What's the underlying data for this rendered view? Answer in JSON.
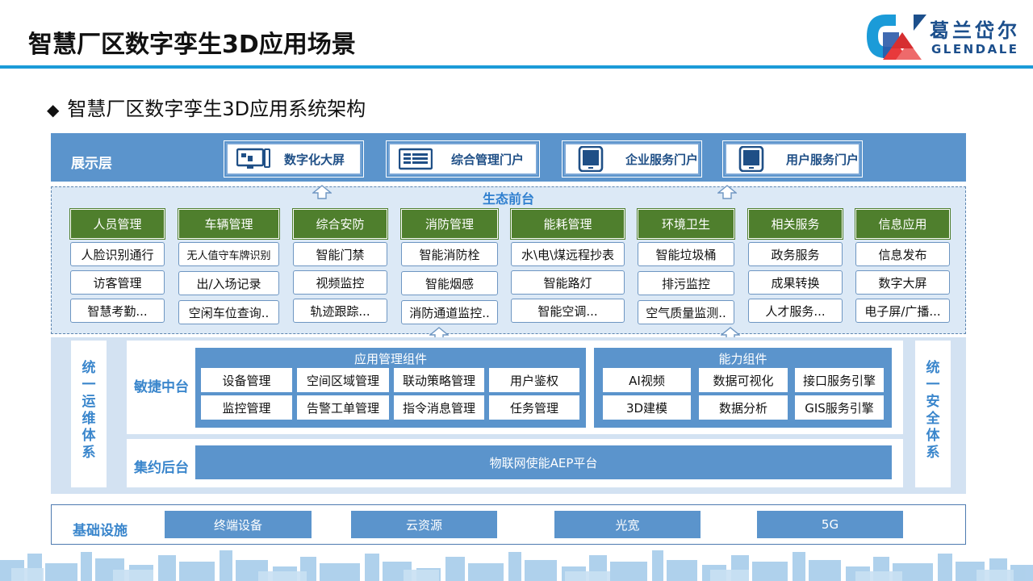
{
  "header": {
    "title": "智慧厂区数字孪生3D应用场景",
    "logo_cn": "葛兰岱尔",
    "logo_en": "GLENDALE"
  },
  "subtitle": {
    "bullet": "◆",
    "text": "智慧厂区数字孪生3D应用系统架构"
  },
  "presentation": {
    "label": "展示层",
    "items": [
      {
        "icon": "monitor-icon",
        "label": "数字化大屏"
      },
      {
        "icon": "list-window-icon",
        "label": "综合管理门户"
      },
      {
        "icon": "tablet-icon",
        "label": "企业服务门户"
      },
      {
        "icon": "tablet-icon",
        "label": "用户服务门户"
      }
    ]
  },
  "ecology": {
    "label": "生态前台",
    "columns": [
      {
        "head": "人员管理",
        "items": [
          "人脸识别通行",
          "访客管理",
          "智慧考勤..."
        ]
      },
      {
        "head": "车辆管理",
        "items": [
          "无人值守车牌识别",
          "出/入场记录",
          "空闲车位查询.."
        ]
      },
      {
        "head": "综合安防",
        "items": [
          "智能门禁",
          "视频监控",
          "轨迹跟踪..."
        ]
      },
      {
        "head": "消防管理",
        "items": [
          "智能消防栓",
          "智能烟感",
          "消防通道监控.."
        ]
      },
      {
        "head": "能耗管理",
        "items": [
          "水\\电\\煤远程抄表",
          "智能路灯",
          "智能空调..."
        ]
      },
      {
        "head": "环境卫生",
        "items": [
          "智能垃圾桶",
          "排污监控",
          "空气质量监测.."
        ]
      },
      {
        "head": "相关服务",
        "items": [
          "政务服务",
          "成果转换",
          "人才服务..."
        ]
      },
      {
        "head": "信息应用",
        "items": [
          "信息发布",
          "数字大屏",
          "电子屏/广播..."
        ]
      }
    ]
  },
  "side": {
    "left": "统一运维体系",
    "right": "统一安全体系"
  },
  "agile": {
    "label": "敏捷中台",
    "app_group": {
      "title": "应用管理组件",
      "cells": [
        "设备管理",
        "空间区域管理",
        "联动策略管理",
        "用户鉴权",
        "监控管理",
        "告警工单管理",
        "指令消息管理",
        "任务管理"
      ]
    },
    "ability_group": {
      "title": "能力组件",
      "cells": [
        "AI视频",
        "数据可视化",
        "接口服务引擎",
        "3D建模",
        "数据分析",
        "GIS服务引擎"
      ]
    }
  },
  "back": {
    "label": "集约后台",
    "platform": "物联网使能AEP平台"
  },
  "infra": {
    "label": "基础设施",
    "items": [
      "终端设备",
      "云资源",
      "光宽",
      "5G"
    ]
  },
  "colors": {
    "accent_blue": "#5b94cc",
    "header_rule": "#1b9bd8",
    "green_head": "#4f7f2d",
    "label_blue": "#3a86cc"
  }
}
